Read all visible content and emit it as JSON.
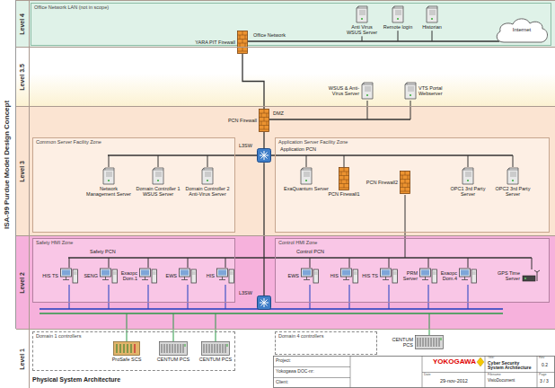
{
  "diagram": {
    "nodes": [
      {
        "text": [
          "ISA-99 Purdue Model Design Concept"
        ]
      },
      {
        "text": [
          "Level 4"
        ]
      },
      {
        "text": [
          "Office Network LAN (not in scope)"
        ],
        "in": 1
      },
      {
        "text": [
          "Anti Virus WSUS Server"
        ],
        "in": 2
      },
      {
        "text": [
          "Remote login"
        ],
        "in": 2
      },
      {
        "text": [
          "Historian"
        ],
        "in": 2
      },
      {
        "text": [
          "Internet"
        ],
        "in": 2
      },
      {
        "text": [
          "YARA PIT Firewall"
        ]
      },
      {
        "text": [
          "Level 3.5"
        ]
      },
      {
        "text": [
          "WSUS & Anti-Virus Server"
        ],
        "in": 8
      },
      {
        "text": [
          "VTS Portal Webserver"
        ],
        "in": 8
      },
      {
        "text": [
          "Level 3"
        ]
      },
      {
        "text": [
          "PCN Firewall"
        ],
        "in": 11
      },
      {
        "text": [
          "Common Server Facility Zone"
        ],
        "in": 11
      },
      {
        "text": [
          "Network Management Server"
        ],
        "in": 13
      },
      {
        "text": [
          "Domain Controller 1 WSUS Server"
        ],
        "in": 13
      },
      {
        "text": [
          "Domain Controller 2 Anti-Virus Server"
        ],
        "in": 13
      },
      {
        "text": [
          "L3SW"
        ],
        "in": 11
      },
      {
        "text": [
          "Application Server Facility Zone"
        ],
        "in": 11
      },
      {
        "text": [
          "ExaQuantum Server"
        ],
        "in": 18
      },
      {
        "text": [
          "PCN Firewall1"
        ],
        "in": 18
      },
      {
        "text": [
          "PCN Firewall2"
        ],
        "in": 18
      },
      {
        "text": [
          "OPC1 3rd Party Server"
        ],
        "in": 18
      },
      {
        "text": [
          "OPC2 3rd Party Server"
        ],
        "in": 18
      },
      {
        "text": [
          "Level 2"
        ]
      },
      {
        "text": [
          "Safety HMI Zone"
        ],
        "in": 24
      },
      {
        "text": [
          "HIS TS"
        ],
        "in": 25
      },
      {
        "text": [
          "SENG"
        ],
        "in": 25
      },
      {
        "text": [
          "Exaopc Dom.1"
        ],
        "in": 25
      },
      {
        "text": [
          "EWS"
        ],
        "in": 25
      },
      {
        "text": [
          "HIS"
        ],
        "in": 25
      },
      {
        "text": [
          "Control HMI Zone"
        ],
        "in": 24
      },
      {
        "text": [
          "EWS"
        ],
        "in": 31
      },
      {
        "text": [
          "HIS"
        ],
        "in": 31
      },
      {
        "text": [
          "HIS TS"
        ],
        "in": 31
      },
      {
        "text": [
          "PRM Server"
        ],
        "in": 31
      },
      {
        "text": [
          "Exaopc Dom.4"
        ],
        "in": 31
      },
      {
        "text": [
          "GPS Time Server"
        ],
        "in": 31
      },
      {
        "text": [
          "L3SW"
        ],
        "in": 24
      },
      {
        "text": [
          "Level 1"
        ]
      },
      {
        "text": [
          "Domain 1 controllers"
        ],
        "in": 39
      },
      {
        "text": [
          "ProSafe SCS"
        ],
        "in": 40
      },
      {
        "text": [
          "CENTUM PCS"
        ],
        "in": 40
      },
      {
        "text": [
          "CENTUM PCS"
        ],
        "in": 40
      },
      {
        "text": [
          "Domain 4 controllers"
        ],
        "in": 39
      },
      {
        "text": [
          "CENTUM PCS"
        ],
        "in": 39
      }
    ],
    "edges": [
      {
        "from": 7,
        "to": 12,
        "arrow": "none"
      },
      {
        "from": 12,
        "to": 17,
        "arrow": "none"
      },
      {
        "from": 17,
        "to": 38,
        "arrow": "none"
      }
    ],
    "labels": [
      "Office Network",
      "DMZ",
      "Application PCN",
      "Safety PCN",
      "Control PCN",
      "Physical System Architecture",
      "Project:",
      "Yokogawa DOC-nr:",
      "Client:",
      "YOKOGAWA",
      "Title:",
      "Cyber Security System Architecture",
      "Date",
      "29-nov-2012",
      "Filename",
      "VisioDocument",
      "Rev",
      "0.2",
      "Page",
      "3 / 3"
    ]
  }
}
